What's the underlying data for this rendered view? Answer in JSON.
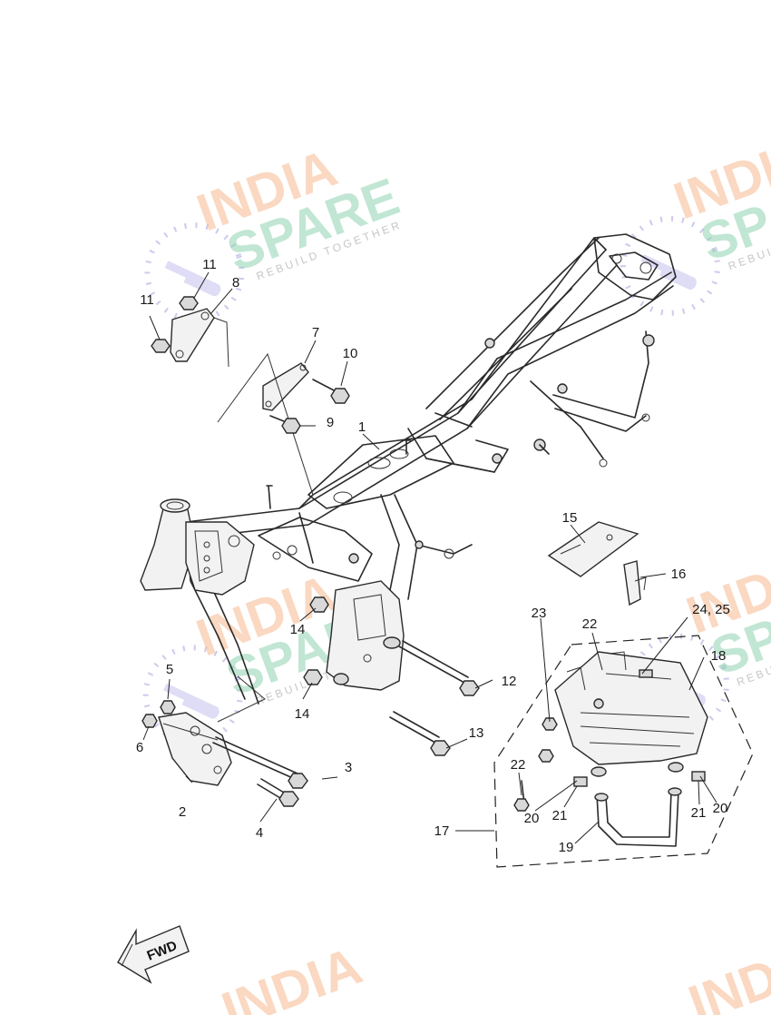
{
  "watermark": {
    "line1": "INDIA",
    "line2": "SPARE",
    "tagline": "REBUILD TOGETHER"
  },
  "fwd_label": "FWD",
  "callouts": {
    "c1": "1",
    "c2": "2",
    "c3": "3",
    "c4": "4",
    "c5": "5",
    "c6": "6",
    "c7": "7",
    "c8": "8",
    "c9": "9",
    "c10": "10",
    "c11a": "11",
    "c11b": "11",
    "c12": "12",
    "c13": "13",
    "c14a": "14",
    "c14b": "14",
    "c15": "15",
    "c16": "16",
    "c17": "17",
    "c18": "18",
    "c19": "19",
    "c20a": "20",
    "c20b": "20",
    "c21a": "21",
    "c21b": "21",
    "c22a": "22",
    "c22b": "22",
    "c23": "23",
    "c2425": "24, 25"
  },
  "colors": {
    "watermark_orange": "#f6b98f",
    "watermark_green": "#8fd3b2",
    "watermark_purple": "#b8b4e6",
    "line": "#2a2a2a"
  }
}
